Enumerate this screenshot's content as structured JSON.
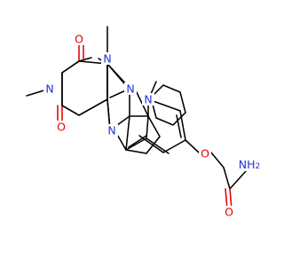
{
  "molecule": {
    "atoms": {
      "o_top": {
        "symbol": "O",
        "color": "#e60000"
      },
      "n_top": {
        "symbol": "N",
        "color": "#2233dd"
      },
      "n_left": {
        "symbol": "N",
        "color": "#2233dd"
      },
      "o_bottom": {
        "symbol": "O",
        "color": "#e60000"
      },
      "n_ring_right": {
        "symbol": "N",
        "color": "#2233dd"
      },
      "n_imidazole_bottom": {
        "symbol": "N",
        "color": "#2233dd"
      },
      "n_aryl": {
        "symbol": "N",
        "color": "#2233dd"
      },
      "o_ether": {
        "symbol": "O",
        "color": "#e60000"
      },
      "nh2": {
        "symbol": "NH",
        "subscript": "2",
        "color": "#2233dd"
      },
      "o_amide": {
        "symbol": "O",
        "color": "#e60000"
      }
    }
  }
}
